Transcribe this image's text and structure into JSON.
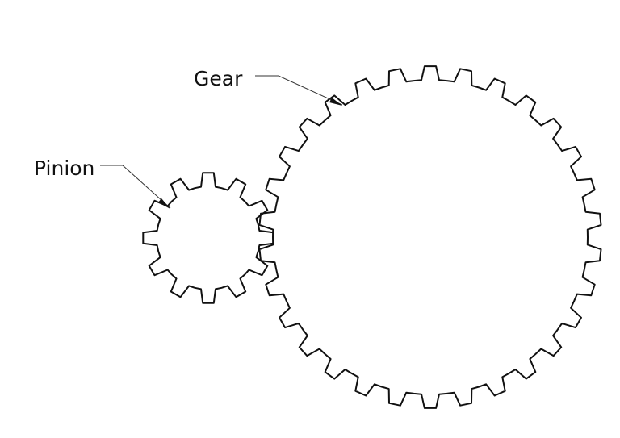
{
  "labels": {
    "gear": "Gear",
    "pinion": "Pinion"
  },
  "gears": {
    "pinion": {
      "teeth": 12
    },
    "gear": {
      "teeth": 30
    }
  },
  "colors": {
    "line": "#111111",
    "background": "#ffffff"
  }
}
